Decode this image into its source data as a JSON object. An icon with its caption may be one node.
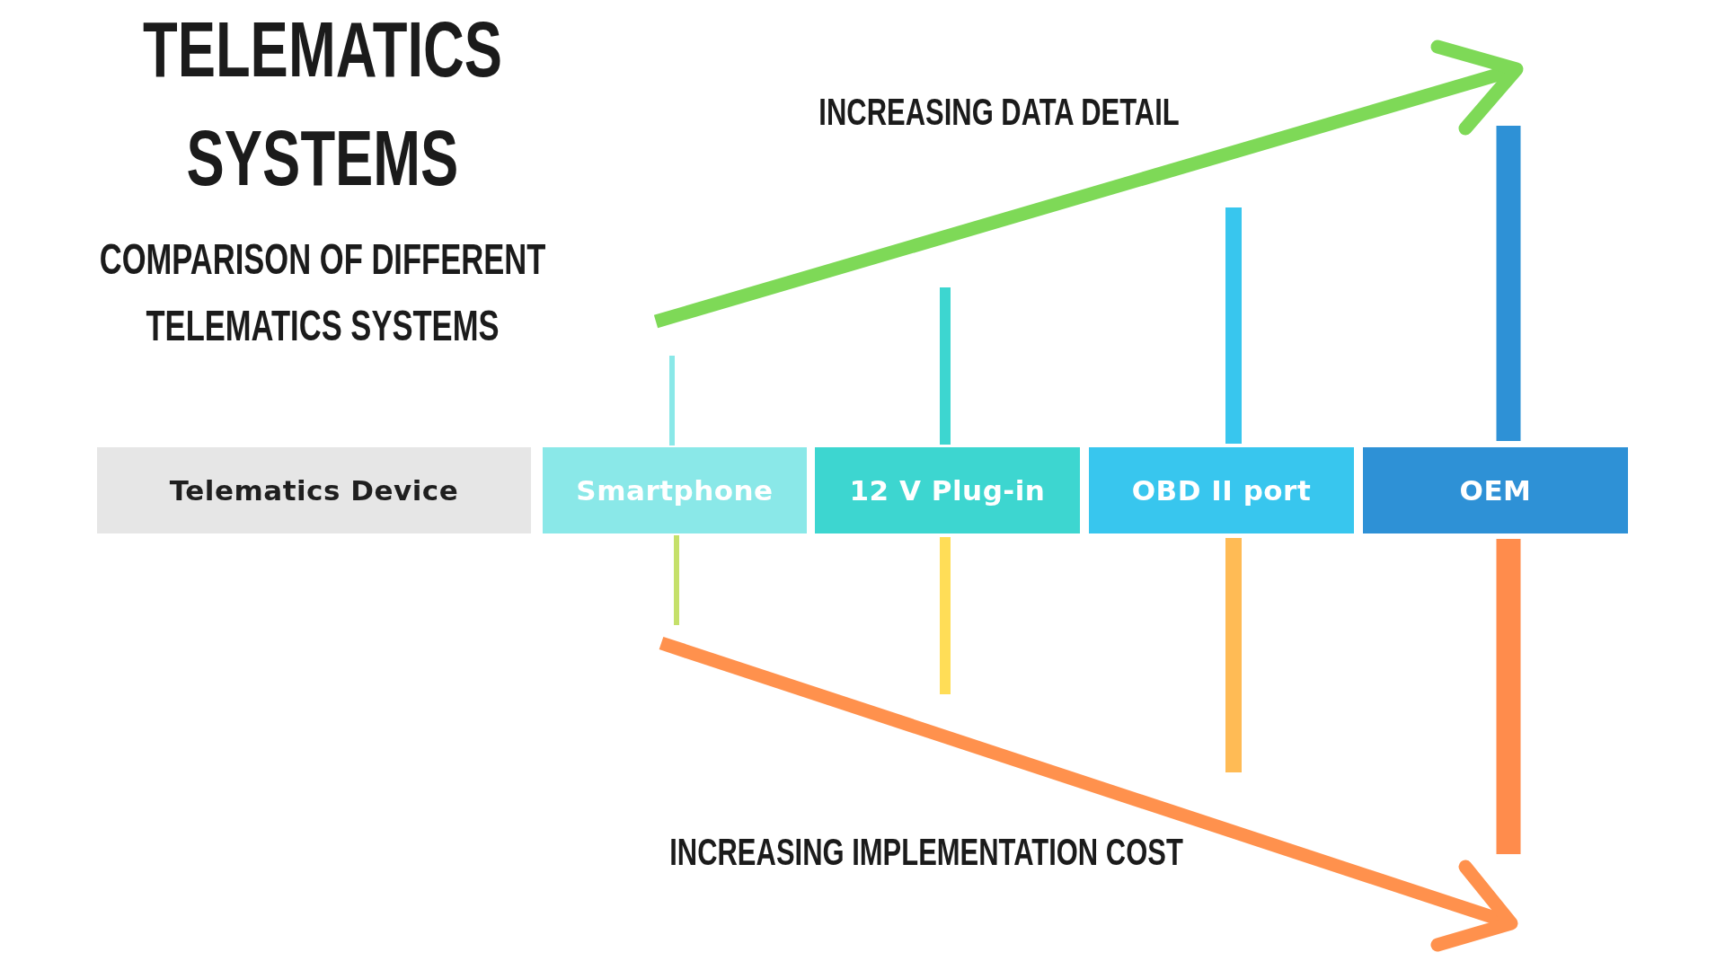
{
  "diagram": {
    "title": "TELEMATICS SYSTEMS",
    "nodes": [
      {
        "text": [
          "Telematics Device"
        ]
      },
      {
        "text": [
          "Smartphone"
        ]
      },
      {
        "text": [
          "12 V Plug-in"
        ]
      },
      {
        "text": [
          "OBD II port"
        ]
      },
      {
        "text": [
          "OEM"
        ]
      },
      {
        "text": [],
        "shape": "bar"
      },
      {
        "text": [],
        "shape": "bar"
      },
      {
        "text": [],
        "shape": "bar"
      },
      {
        "text": [],
        "shape": "bar"
      },
      {
        "text": [],
        "shape": "bar"
      },
      {
        "text": [],
        "shape": "bar"
      },
      {
        "text": [],
        "shape": "bar"
      },
      {
        "text": [],
        "shape": "bar"
      }
    ],
    "labels": [
      "COMPARISON OF DIFFERENT TELEMATICS SYSTEMS",
      "INCREASING DATA DETAIL",
      "INCREASING IMPLEMENTATION COST"
    ]
  }
}
